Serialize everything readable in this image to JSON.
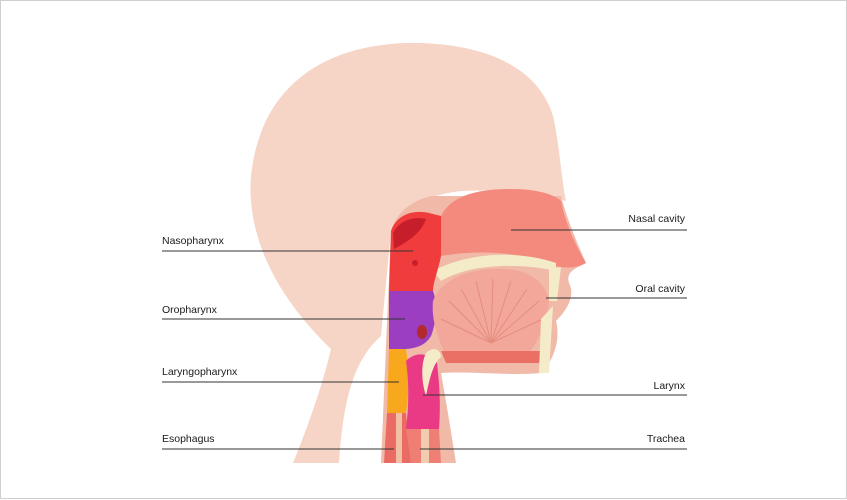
{
  "labels": {
    "nasopharynx": "Nasopharynx",
    "oropharynx": "Oropharynx",
    "laryngopharynx": "Laryngopharynx",
    "esophagus": "Esophagus",
    "nasal_cavity": "Nasal cavity",
    "oral_cavity": "Oral cavity",
    "larynx": "Larynx",
    "trachea": "Trachea"
  },
  "colors": {
    "skin": "#f6d4c6",
    "skin_shadow": "#f0b9a8",
    "nasal_cavity": "#f48a7d",
    "nasopharynx": "#f03c3c",
    "oropharynx": "#9b3fc0",
    "laryngopharynx": "#f7a81c",
    "esophagus": "#ea6b63",
    "larynx": "#ea3a86",
    "bone_cream": "#f4ecc8",
    "tongue": "#f3a79a",
    "leader_line": "#333333"
  }
}
